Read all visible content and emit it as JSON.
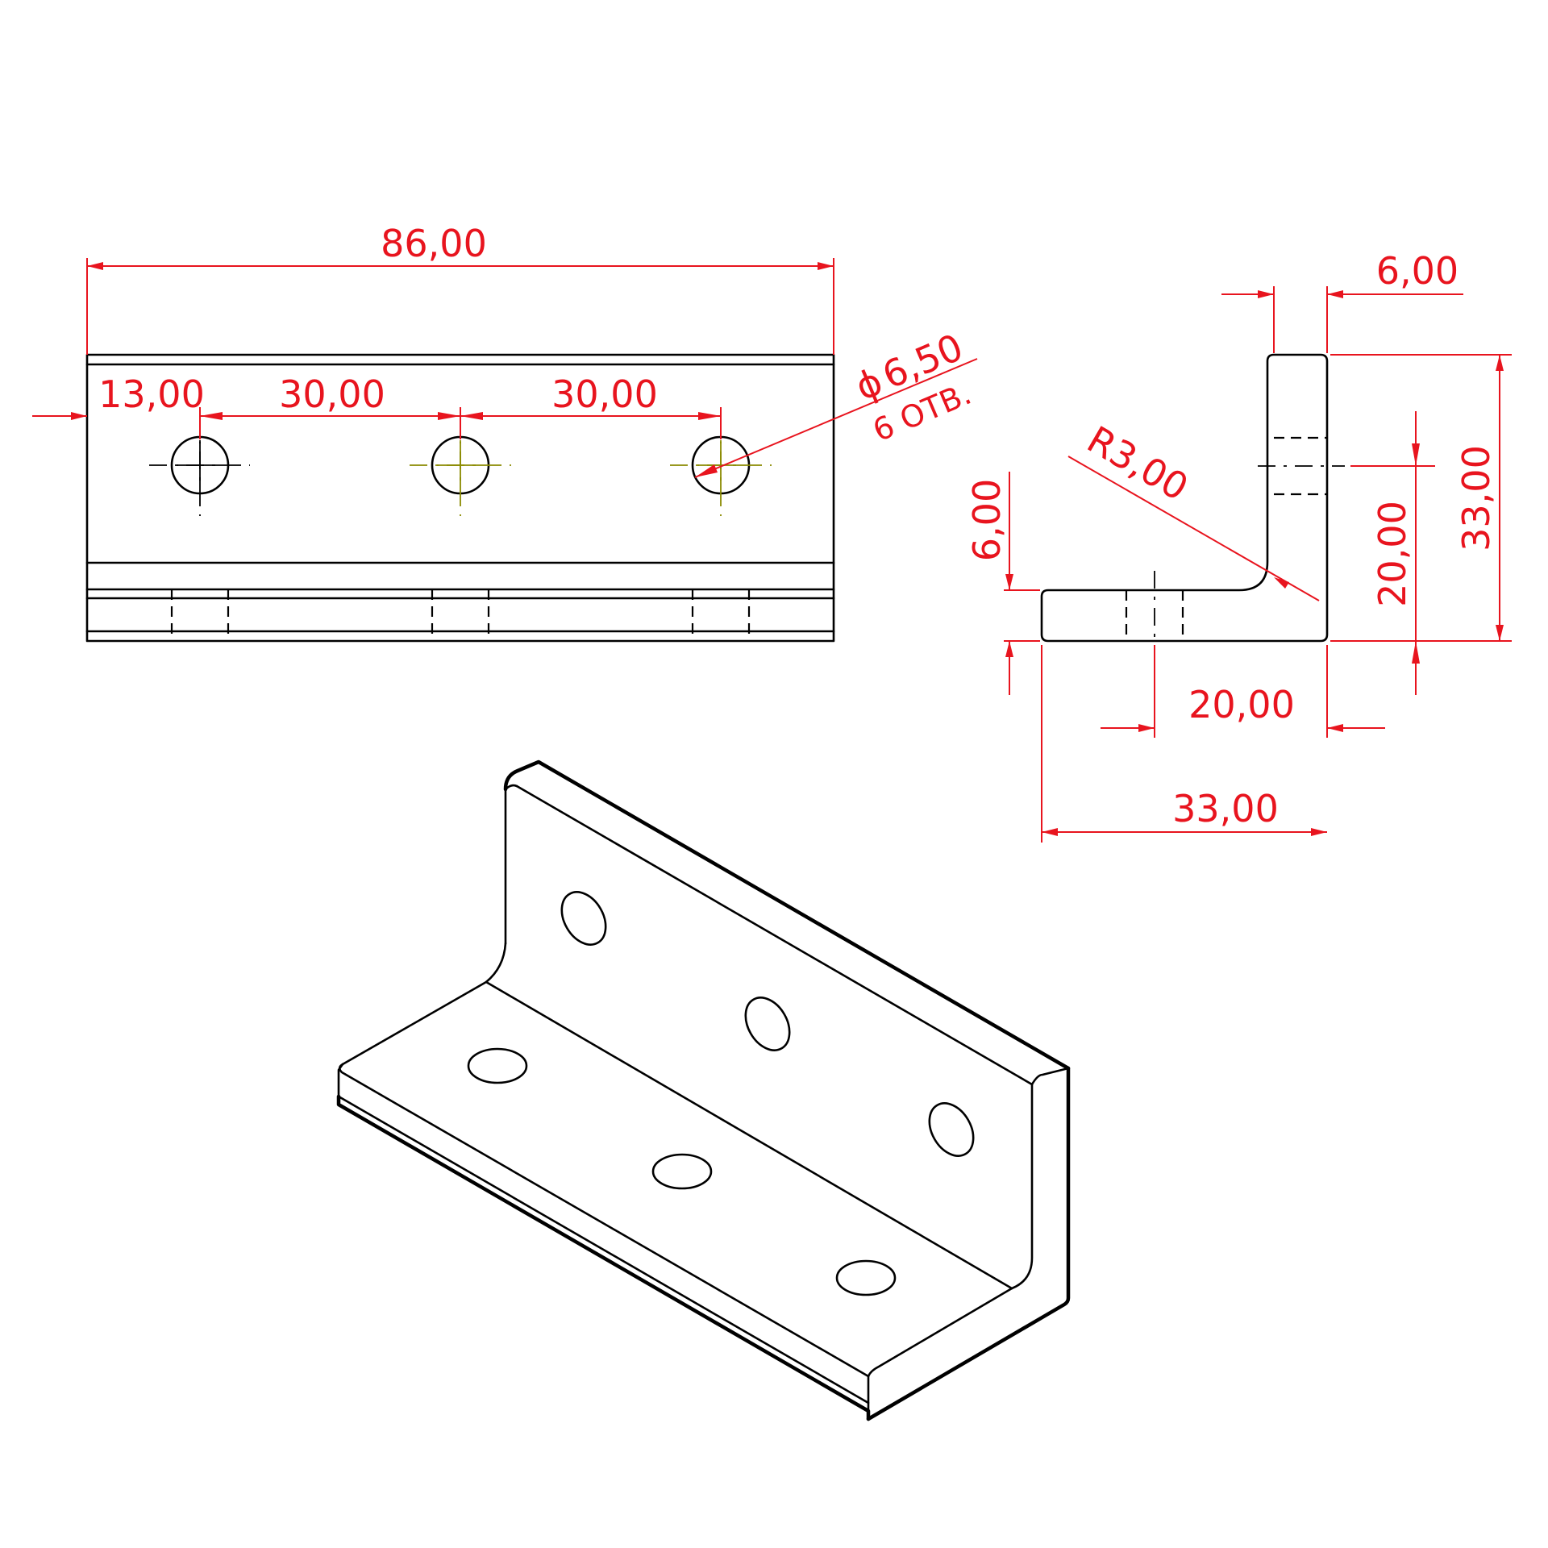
{
  "drawing": {
    "top_view": {
      "overall_length": "86,00",
      "edge_to_first_hole": "13,00",
      "hole_pitch_1": "30,00",
      "hole_pitch_2": "30,00",
      "hole_diameter": "6,50",
      "hole_count_note": "6 ОТВ."
    },
    "side_view": {
      "thickness_top": "6,00",
      "thickness_left": "6,00",
      "bend_radius": "R3,00",
      "height_total": "33,00",
      "hole_height": "20,00",
      "hole_offset": "20,00",
      "width_total": "33,00"
    }
  },
  "colors": {
    "dimension": "#e8141e",
    "outline": "#000000",
    "centerline_accent": "#8a8a00"
  }
}
